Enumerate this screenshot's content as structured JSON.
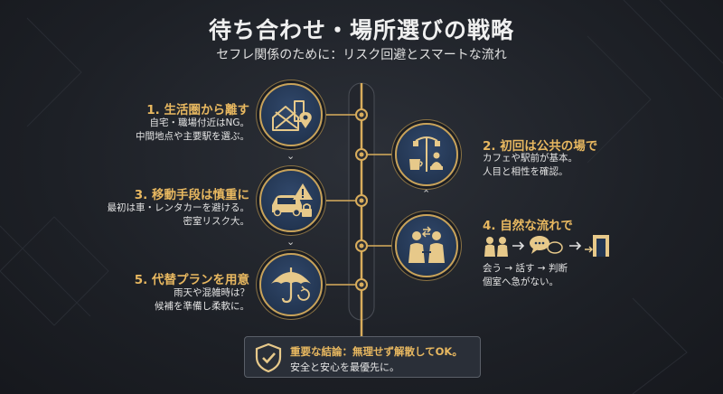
{
  "header": {
    "title": "待ち合わせ・場所選びの戦略",
    "subtitle": "セフレ関係のために：リスク回避とスマートな流れ"
  },
  "steps": [
    {
      "heading": "1. 生活圏から離す",
      "lines": [
        "自宅・職場付近はNG。",
        "中間地点や主要駅を選ぶ。"
      ],
      "icon": "house-location-icon"
    },
    {
      "heading": "2. 初回は公共の場で",
      "lines": [
        "カフェや駅前が基本。",
        "人目と相性を確認。"
      ],
      "icon": "cafe-streetlamp-icon"
    },
    {
      "heading": "3. 移動手段は慎重に",
      "lines": [
        "最初は車・レンタカーを避ける。",
        "密室リスク大。"
      ],
      "icon": "car-warning-lock-icon"
    },
    {
      "heading": "4. 自然な流れで",
      "lines": [
        "会う → 話す → 判断",
        "個室へ急がない。"
      ],
      "icon": "people-exchange-icon"
    },
    {
      "heading": "5. 代替プランを用意",
      "lines": [
        "雨天や混雑時は？",
        "候補を準備し柔軟に。"
      ],
      "icon": "umbrella-refresh-icon"
    }
  ],
  "conclusion": {
    "heading": "重要な結論：無理せず解散してOK。",
    "text": "安全と安心を最優先に。",
    "icon": "shield-check-icon"
  },
  "colors": {
    "accent": "#e8b860",
    "circle_fill": "#233652",
    "background": "#1d2026"
  }
}
